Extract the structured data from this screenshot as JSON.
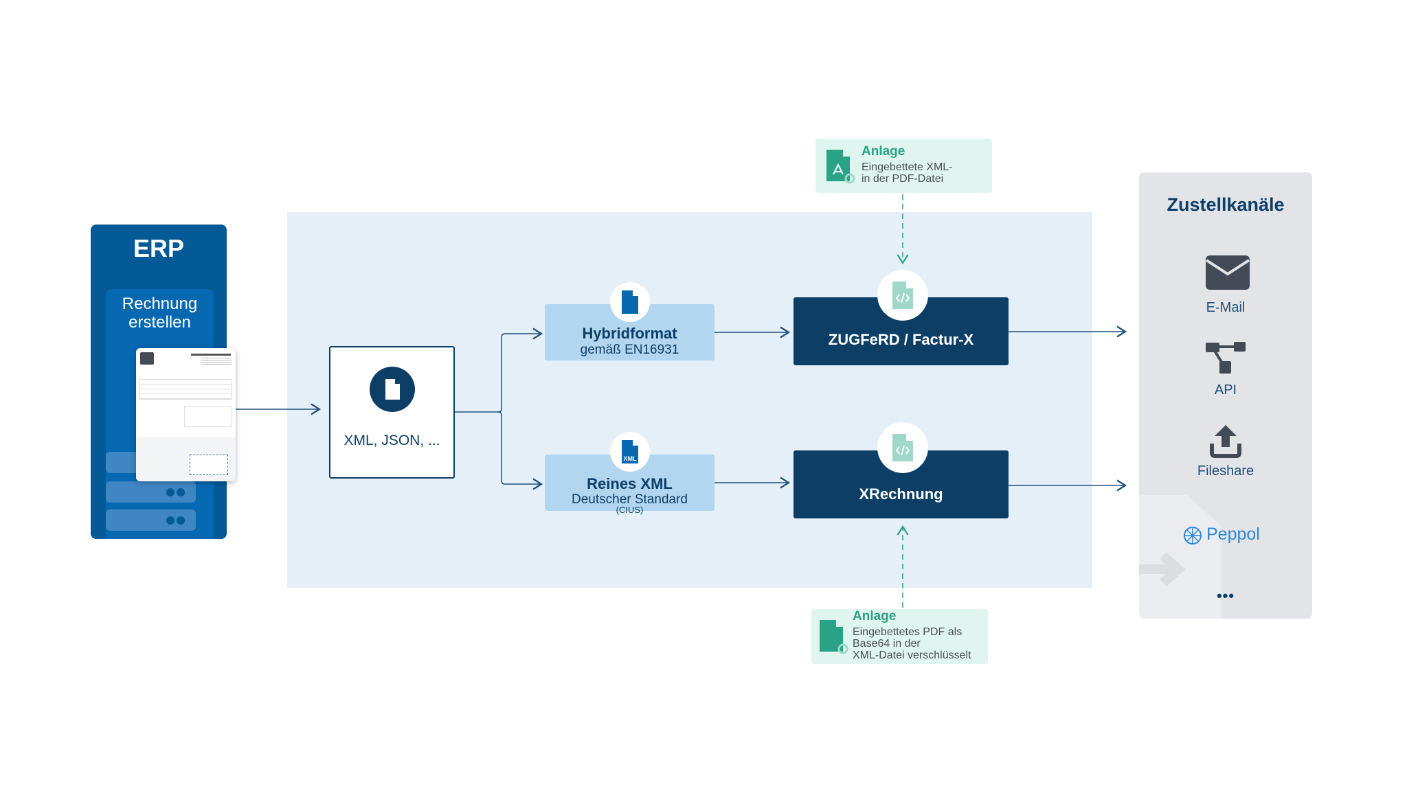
{
  "erp": {
    "title": "ERP",
    "subtitle_line1": "Rechnung",
    "subtitle_line2": "erstellen",
    "invoice_icon": "invoice-document-thumbnail"
  },
  "source": {
    "label": "XML, JSON, ...",
    "icon": "file-icon"
  },
  "formats": [
    {
      "title": "Hybridformat",
      "subtitle": "gemäß EN16931",
      "icon": "file-icon"
    },
    {
      "title": "Reines XML",
      "subtitle": "Deutscher Standard",
      "note": "(CIUS)",
      "icon": "xml-file-icon"
    }
  ],
  "outputs": [
    {
      "label": "ZUGFeRD / Factur-X",
      "icon": "code-file-icon"
    },
    {
      "label": "XRechnung",
      "icon": "code-file-icon"
    }
  ],
  "attachments": [
    {
      "title": "Anlage",
      "lines": [
        "Eingebettete XML-",
        "in der PDF-Datei"
      ],
      "icon": "pdf-attachment-icon"
    },
    {
      "title": "Anlage",
      "lines": [
        "Eingebettetes PDF als",
        "Base64 in der",
        "XML-Datei verschlüsselt"
      ],
      "icon": "file-attachment-icon"
    }
  ],
  "channels": {
    "title": "Zustellkanäle",
    "items": [
      {
        "label": "E-Mail",
        "icon": "envelope-icon"
      },
      {
        "label": "API",
        "icon": "api-icon"
      },
      {
        "label": "Fileshare",
        "icon": "upload-icon"
      },
      {
        "label": "Peppol",
        "icon": "peppol-logo"
      }
    ],
    "more": "•••"
  },
  "colors": {
    "navy": "#0d3e66",
    "erp_blue": "#035a96",
    "light_blue": "#b2d6ef",
    "stage": "#e5eff7",
    "teal": "#2aa285",
    "attachment_bg": "#e1f5f0",
    "channels_bg": "#e3e4e8"
  }
}
